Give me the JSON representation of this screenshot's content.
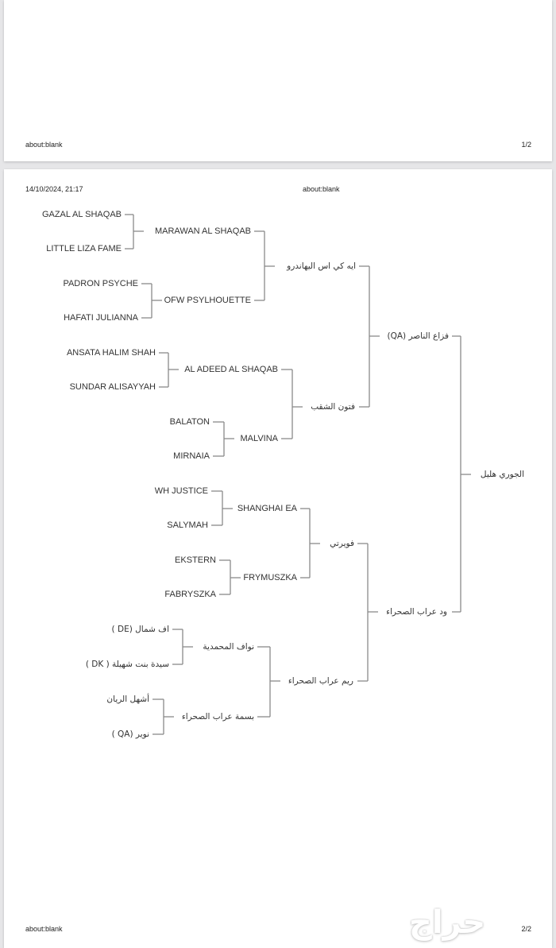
{
  "page1": {
    "footer_url": "about:blank",
    "page_number": "1/2"
  },
  "page2": {
    "datetime": "14/10/2024, 21:17",
    "header_url": "about:blank",
    "footer_url": "about:blank",
    "page_number": "2/2"
  },
  "watermark": "حراج",
  "pedigree": {
    "root": "الجوري هليل",
    "sire": "فزاع الناصر (QA)",
    "dam": "ود عراب الصحراء",
    "sire_sire": "ايه كي اس اليهاندرو",
    "sire_dam": "فتون الشقب",
    "dam_sire": "فويرتي",
    "dam_dam": "ريم عراب الصحراء",
    "g3": {
      "marawan": "MARAWAN AL SHAQAB",
      "ofw": "OFW PSYLHOUETTE",
      "aladeed": "AL ADEED AL SHAQAB",
      "malvina": "MALVINA",
      "shanghai": "SHANGHAI EA",
      "frymuszka": "FRYMUSZKA",
      "nawaf": "نواف المحمدية",
      "basma": "بسمة عراب الصحراء"
    },
    "g4": {
      "gazal": "GAZAL AL SHAQAB",
      "little": "LITTLE LIZA FAME",
      "padron": "PADRON PSYCHE",
      "hafati": "HAFATI JULIANNA",
      "ansata": "ANSATA HALIM SHAH",
      "sundar": "SUNDAR ALISAYYAH",
      "balaton": "BALATON",
      "mirnaia": "MIRNAIA",
      "wh": "WH JUSTICE",
      "salymah": "SALYMAH",
      "ekstern": "EKSTERN",
      "fabryszka": "FABRYSZKA",
      "afshamal": "اف شمال (DE )",
      "sayeda": "سيدة بنت شهيلة ( DK )",
      "ashhal": "أشهل الريان",
      "nawer": "نوير (QA )"
    }
  }
}
